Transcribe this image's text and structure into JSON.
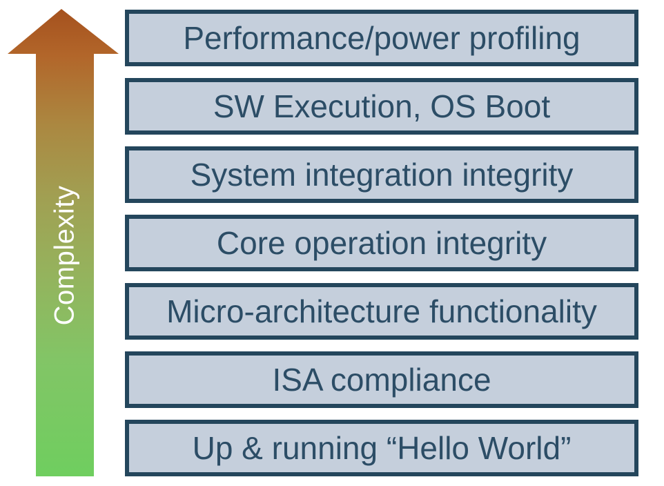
{
  "diagram": {
    "arrow": {
      "label": "Complexity",
      "direction": "up",
      "label_color": "#ffffff",
      "gradient_stops": [
        "#a5511e",
        "#b2662a",
        "#ab8841",
        "#a19f52",
        "#96b15c",
        "#82c566",
        "#6fce5f"
      ]
    },
    "levels": [
      "Performance/power profiling",
      "SW Execution, OS Boot",
      "System integration integrity",
      "Core operation integrity",
      "Micro-architecture functionality",
      "ISA compliance",
      "Up & running “Hello World”"
    ],
    "box_style": {
      "background": "#c5cfdc",
      "border": "#24465c",
      "text_color": "#2c4d66"
    }
  }
}
